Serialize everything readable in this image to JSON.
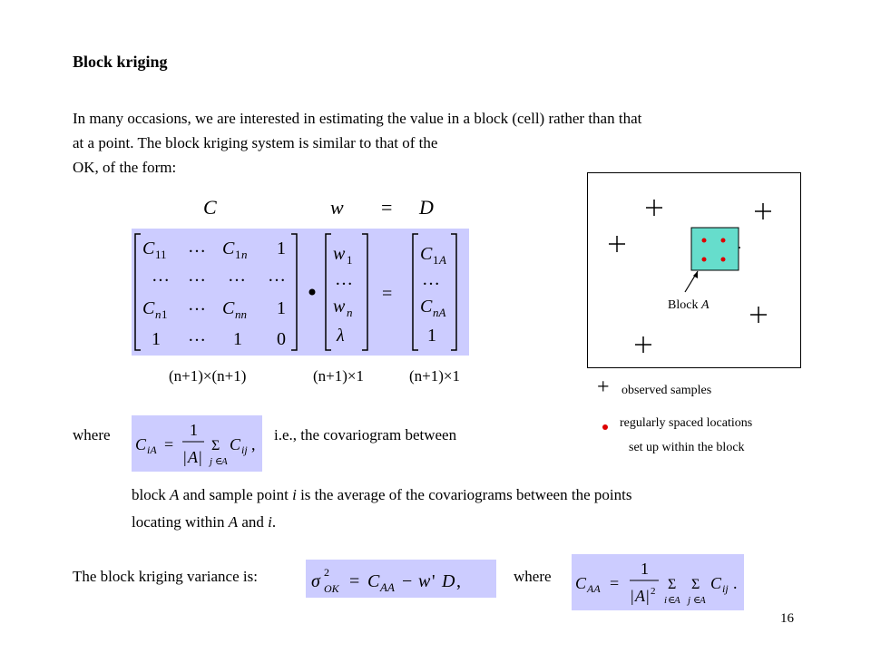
{
  "title": "Block kriging",
  "intro": {
    "line1": "In many occasions, we are interested in estimating the value in a block (cell) rather than that",
    "line2": "at a point. The block kriging system is similar to that of the",
    "line3": "OK, of the form:"
  },
  "equation_header": {
    "c": "C",
    "w": "w",
    "eq": "=",
    "d": "D"
  },
  "dimensions": {
    "c_dim": "(n+1)×(n+1)",
    "w_dim": "(n+1)×1",
    "d_dim": "(n+1)×1"
  },
  "where_label": "where",
  "ie_text": "i.e., the covariogram between",
  "explanation": {
    "line1_pre": "block ",
    "line1_a": "A",
    "line1_mid": " and sample point ",
    "line1_i": "i",
    "line1_post": " is the average of the covariograms between the points",
    "line2_pre": "locating within ",
    "line2_a": "A",
    "line2_mid": " and ",
    "line2_i": "i",
    "line2_post": "."
  },
  "variance_label": "The block kriging variance is:",
  "where2_label": "where",
  "page_number": "16",
  "diagram": {
    "block_label_pre": "Block ",
    "block_label_a": "A",
    "legend_plus": "+",
    "legend_plus_text": "observed samples",
    "legend_dot_text1": "regularly spaced locations",
    "legend_dot_text2": "set up within the block",
    "colors": {
      "block": "#66ddcc",
      "dots": "#dd0000",
      "formula_bg": "#ccccff"
    }
  }
}
